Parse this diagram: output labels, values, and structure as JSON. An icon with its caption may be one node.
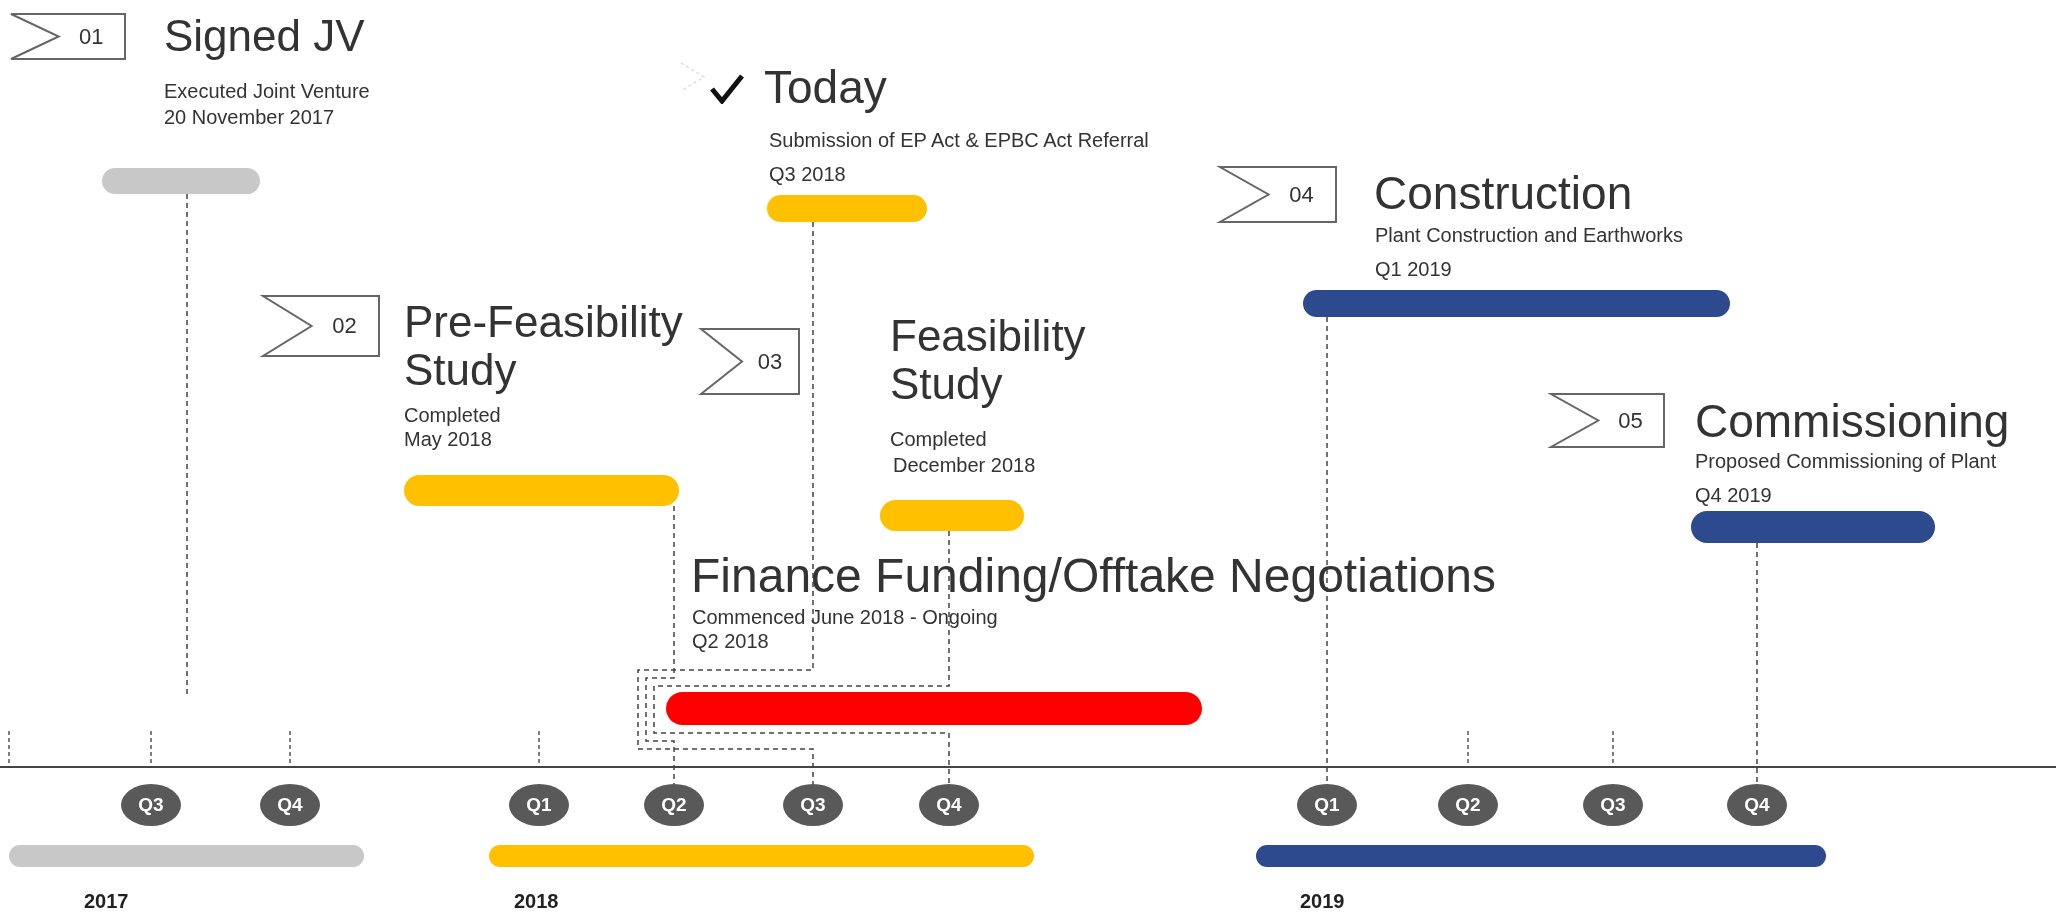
{
  "diagram": {
    "nodes": [
      {
        "text": [
          "01"
        ],
        "beside": [
          "Signed JV",
          "Executed Joint Venture",
          "20 November 2017"
        ]
      },
      {
        "text": [],
        "shape": "bar"
      },
      {
        "text": [
          "02"
        ],
        "beside": [
          "Pre-Feasibility Study",
          "Completed",
          "May 2018"
        ]
      },
      {
        "text": [],
        "shape": "bar"
      },
      {
        "text": [],
        "shape": "bar"
      },
      {
        "text": [
          "03"
        ],
        "beside": [
          "Feasibility Study",
          "Completed",
          "December 2018"
        ]
      },
      {
        "text": [],
        "shape": "bar"
      },
      {
        "text": [
          "04"
        ],
        "beside": [
          "Construction",
          "Plant Construction and Earthworks",
          "Q1 2019"
        ]
      },
      {
        "text": [],
        "shape": "bar"
      },
      {
        "text": [
          "05"
        ],
        "beside": [
          "Commissioning",
          "Proposed Commissioning of Plant",
          "Q4 2019"
        ]
      },
      {
        "text": [],
        "shape": "bar"
      },
      {
        "text": [],
        "shape": "bar"
      },
      {
        "text": [
          "Q3"
        ]
      },
      {
        "text": [
          "Q4"
        ]
      },
      {
        "text": [
          "Q1"
        ]
      },
      {
        "text": [
          "Q2"
        ]
      },
      {
        "text": [
          "Q3"
        ]
      },
      {
        "text": [
          "Q4"
        ]
      },
      {
        "text": [
          "Q1"
        ]
      },
      {
        "text": [
          "Q2"
        ]
      },
      {
        "text": [
          "Q3"
        ]
      },
      {
        "text": [
          "Q4"
        ]
      },
      {
        "text": [],
        "shape": "bar"
      },
      {
        "text": [],
        "shape": "bar"
      },
      {
        "text": [],
        "shape": "bar"
      }
    ],
    "edges": [
      {
        "from": 1,
        "to": null,
        "arrow": "none",
        "style": "dashed"
      },
      {
        "from": 3,
        "to": 15,
        "arrow": "none",
        "style": "dashed"
      },
      {
        "from": 4,
        "to": 16,
        "arrow": "none",
        "style": "dashed"
      },
      {
        "from": 6,
        "to": 17,
        "arrow": "none",
        "style": "dashed"
      },
      {
        "from": 8,
        "to": 18,
        "arrow": "none",
        "style": "dashed"
      },
      {
        "from": 10,
        "to": 21,
        "arrow": "none",
        "style": "dashed"
      }
    ],
    "labels": [
      "Today",
      "Submission of EP Act & EPBC Act Referral",
      "Q3 2018",
      "Finance Funding/Offtake Negotiations",
      "Commenced June 2018 - Ongoing",
      "Q2 2018",
      "2017",
      "2018",
      "2019"
    ]
  }
}
